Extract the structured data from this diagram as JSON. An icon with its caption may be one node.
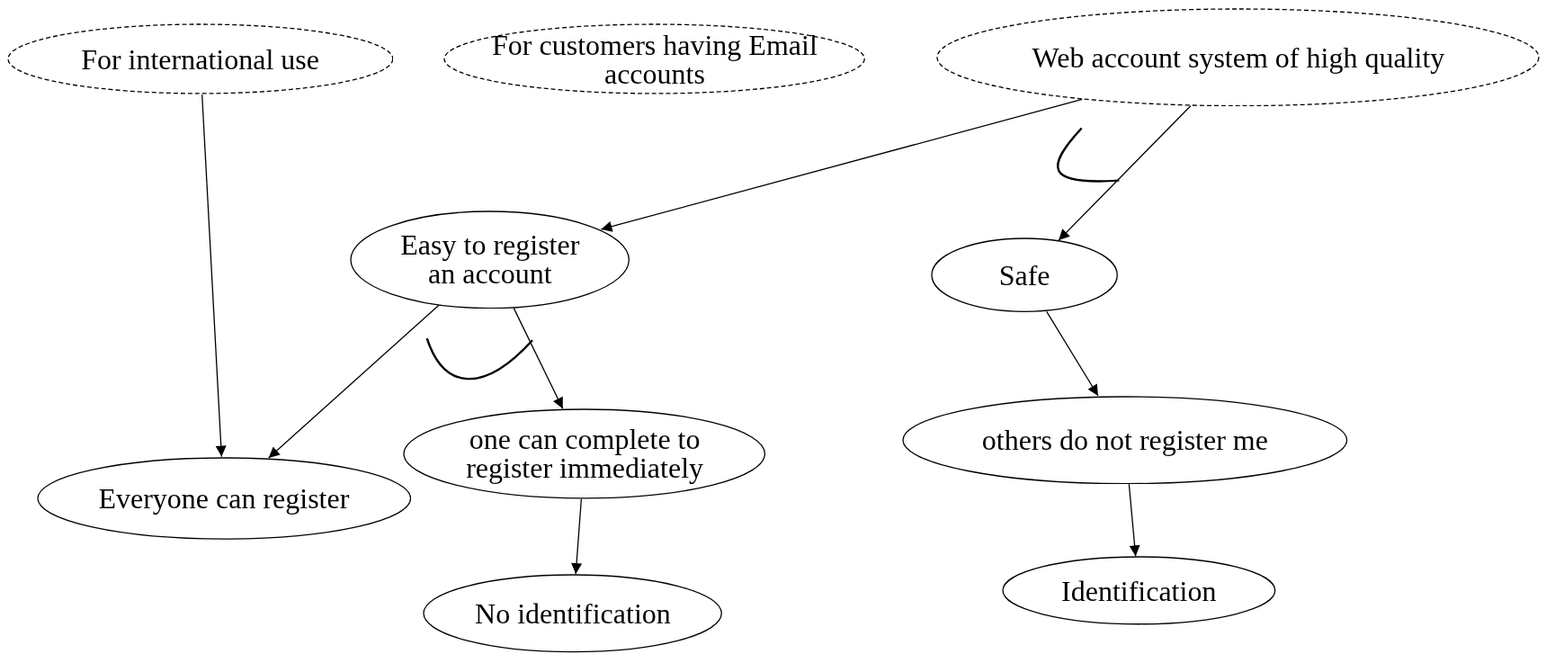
{
  "diagram": {
    "nodes": [
      {
        "text": [
          "For international use"
        ]
      },
      {
        "text": [
          "For customers having Email accounts"
        ]
      },
      {
        "text": [
          "Web account system of high quality"
        ]
      },
      {
        "text": [
          "Easy to register an account"
        ]
      },
      {
        "text": [
          "Safe"
        ]
      },
      {
        "text": [
          "Everyone can register"
        ]
      },
      {
        "text": [
          "one can complete to register immediately"
        ]
      },
      {
        "text": [
          "others do not register me"
        ]
      },
      {
        "text": [
          "No identification"
        ]
      },
      {
        "text": [
          "Identification"
        ]
      }
    ],
    "edges": [
      {
        "from": 0,
        "to": 5,
        "arrow": "to"
      },
      {
        "from": 2,
        "to": 3,
        "arrow": "to"
      },
      {
        "from": 2,
        "to": 4,
        "arrow": "to"
      },
      {
        "from": 3,
        "to": 5,
        "arrow": "to"
      },
      {
        "from": 3,
        "to": 6,
        "arrow": "to"
      },
      {
        "from": 6,
        "to": 8,
        "arrow": "to"
      },
      {
        "from": 4,
        "to": 7,
        "arrow": "to"
      },
      {
        "from": 7,
        "to": 9,
        "arrow": "to"
      }
    ]
  }
}
